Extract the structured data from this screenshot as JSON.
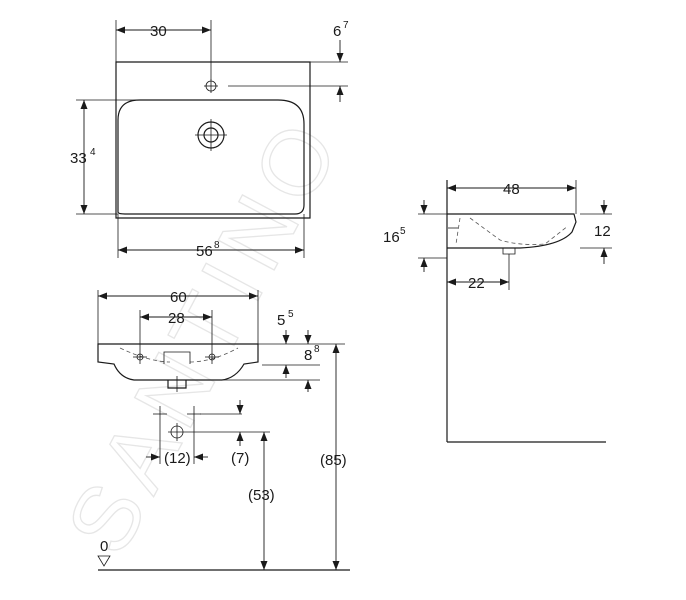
{
  "watermark": "SANTINO",
  "top_view": {
    "dim_width_tap": "30",
    "dim_tap_offset": "6",
    "dim_tap_offset_sup": "7",
    "dim_depth": "33",
    "dim_depth_sup": "4",
    "dim_bowl_width": "56",
    "dim_bowl_width_sup": "8"
  },
  "front_view": {
    "dim_width": "60",
    "dim_fixing_spacing": "28",
    "dim_rim": "5",
    "dim_rim_sup": "5",
    "dim_bowl_height": "8",
    "dim_bowl_height_sup": "8",
    "dim_waste_spacing": "(12)",
    "dim_waste_height": "(7)",
    "dim_waste_floor": "(53)",
    "dim_rim_floor": "(85)",
    "floor_level": "0"
  },
  "side_view": {
    "dim_depth": "48",
    "dim_height": "16",
    "dim_height_sup": "5",
    "dim_rim_height": "12",
    "dim_waste_offset": "22"
  }
}
